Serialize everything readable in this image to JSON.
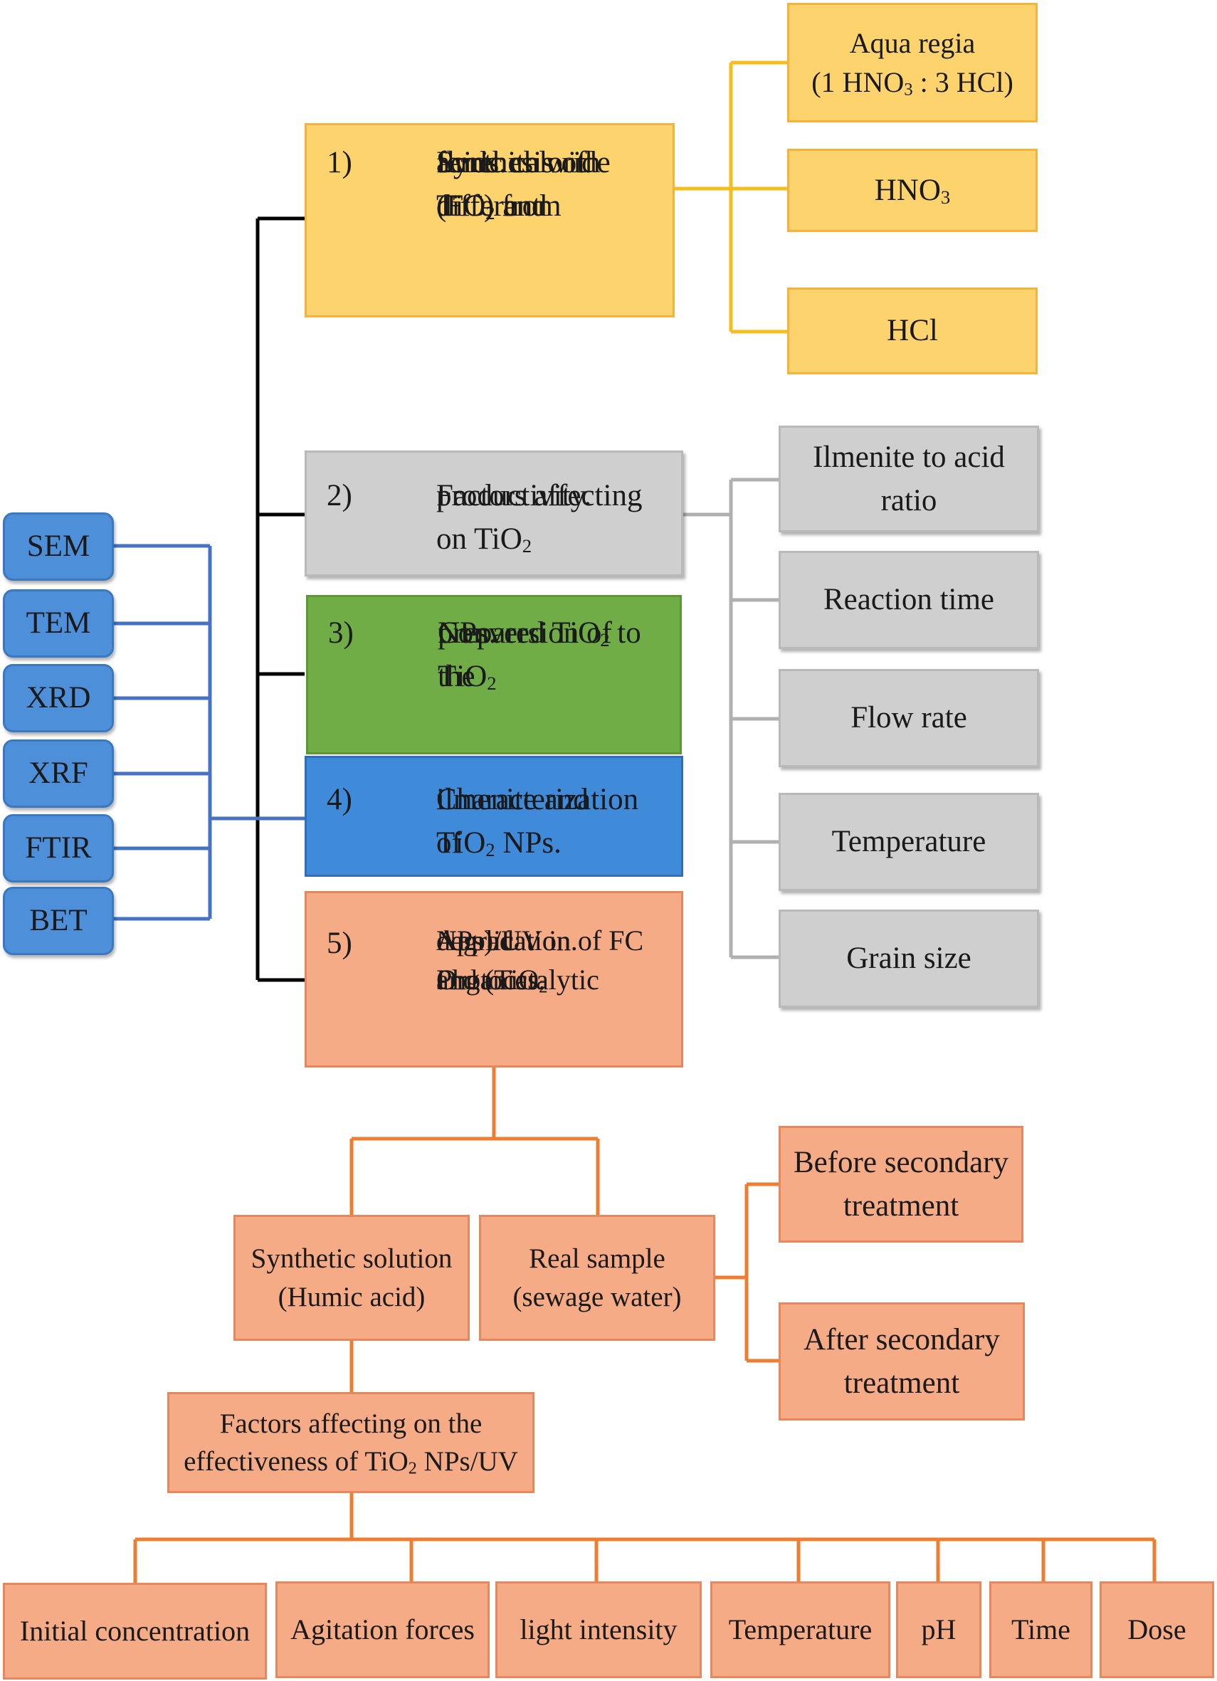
{
  "diagram": {
    "main_steps": [
      {
        "num": "1)",
        "lines": [
          "Synthesis of TiO₂ and",
          "ferric chloride (FC) from",
          "Ilmenite with different",
          "acids."
        ]
      },
      {
        "num": "2)",
        "lines": [
          "Factors affecting on TiO₂",
          "productivity."
        ]
      },
      {
        "num": "3)",
        "lines": [
          "Conversion of the",
          "prepared TiO₂ to TiO₂",
          "NPs."
        ]
      },
      {
        "num": "4)",
        "lines": [
          "Characterization of",
          "ilmenite and TiO₂ NPs."
        ]
      },
      {
        "num": "5)",
        "lines": [
          "Application of FC and (TiO₂",
          "NPs)/UV in Photocatalytic",
          "degradation. Organics."
        ]
      }
    ],
    "acids": [
      {
        "lines": [
          "Aqua regia",
          "(1 HNO₃ : 3 HCl)"
        ]
      },
      {
        "lines": [
          "HNO₃"
        ]
      },
      {
        "lines": [
          "HCl"
        ]
      }
    ],
    "productivity_factors": [
      {
        "lines": [
          "Ilmenite to acid",
          "ratio"
        ]
      },
      {
        "lines": [
          "Reaction time"
        ]
      },
      {
        "lines": [
          "Flow rate"
        ]
      },
      {
        "lines": [
          "Temperature"
        ]
      },
      {
        "lines": [
          "Grain size"
        ]
      }
    ],
    "characterization_methods": [
      "SEM",
      "TEM",
      "XRD",
      "XRF",
      "FTIR",
      "BET"
    ],
    "samples": {
      "synthetic": {
        "lines": [
          "Synthetic solution",
          "(Humic acid)"
        ]
      },
      "real": {
        "lines": [
          "Real sample",
          "(sewage water)"
        ]
      }
    },
    "treatment": [
      {
        "lines": [
          "Before secondary",
          "treatment"
        ]
      },
      {
        "lines": [
          "After secondary",
          "treatment"
        ]
      }
    ],
    "effectiveness": {
      "lines": [
        "Factors affecting on the",
        "effectiveness of TiO₂ NPs/UV"
      ]
    },
    "effectiveness_factors": [
      "Initial concentration",
      "Agitation forces",
      "light intensity",
      "Temperature",
      "pH",
      "Time",
      "Dose"
    ]
  },
  "colors": {
    "yellow": "#fdd36d",
    "grey": "#cfcfcf",
    "green": "#70ad46",
    "blue": "#3f8ad9",
    "salmon": "#f6ab87",
    "line_black": "#000000",
    "line_yellow": "#f5bd1e",
    "line_grey": "#b0b0b0",
    "line_blue": "#4472c4",
    "line_orange": "#ed7d31"
  }
}
